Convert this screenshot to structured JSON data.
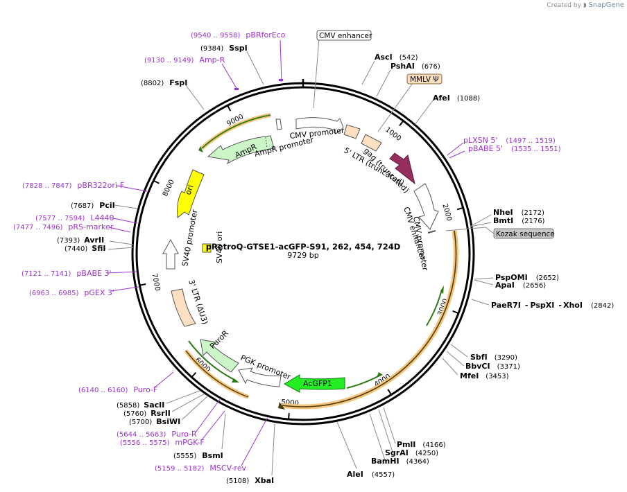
{
  "credit": {
    "prefix": "Created by",
    "brand": "SnapGene"
  },
  "plasmid": {
    "name": "pRetroQ-GTSE1-acGFP-S91, 262, 454, 724D",
    "length": "9729 bp"
  },
  "ruler_ticks": [
    {
      "bp": 1000,
      "label": "1000"
    },
    {
      "bp": 2000,
      "label": "2000"
    },
    {
      "bp": 3000,
      "label": "3000"
    },
    {
      "bp": 4000,
      "label": "4000"
    },
    {
      "bp": 5000,
      "label": "5000"
    },
    {
      "bp": 6000,
      "label": "6000"
    },
    {
      "bp": 7000,
      "label": "7000"
    },
    {
      "bp": 8000,
      "label": "8000"
    },
    {
      "bp": 9000,
      "label": "9000"
    }
  ],
  "sites": [
    {
      "name": "AscI",
      "pos": "(542)"
    },
    {
      "name": "PshAI",
      "pos": "(676)"
    },
    {
      "name": "AfeI",
      "pos": "(1088)"
    },
    {
      "name": "NheI",
      "pos": "(2172)"
    },
    {
      "name": "BmtI",
      "pos": "(2176)"
    },
    {
      "name": "PspOMI",
      "pos": "(2652)"
    },
    {
      "name": "ApaI",
      "pos": "(2656)"
    },
    {
      "name": "PaeR7I",
      "sep1": "-",
      "name2": "PspXI",
      "sep2": "-",
      "name3": "XhoI",
      "pos": "(2842)"
    },
    {
      "name": "SbfI",
      "pos": "(3290)"
    },
    {
      "name": "BbvCI",
      "pos": "(3371)"
    },
    {
      "name": "MfeI",
      "pos": "(3453)"
    },
    {
      "name": "PmlI",
      "pos": "(4166)"
    },
    {
      "name": "SgrAI",
      "pos": "(4250)"
    },
    {
      "name": "BamHI",
      "pos": "(4364)"
    },
    {
      "name": "AleI",
      "pos": "(4557)"
    },
    {
      "name": "XbaI",
      "pos": "(5108)"
    },
    {
      "name": "BsmI",
      "pos": "(5555)"
    },
    {
      "name": "BsiWI",
      "pos": "(5700)"
    },
    {
      "name": "RsrII",
      "pos": "(5760)"
    },
    {
      "name": "SacII",
      "pos": "(5858)"
    },
    {
      "name": "SfiI",
      "pos": "(7393)"
    },
    {
      "name": "AvrII",
      "pos": "(7440)"
    },
    {
      "name": "PciI",
      "pos": "(7687)"
    },
    {
      "name": "FspI",
      "pos": "(8802)"
    },
    {
      "name": "SspI",
      "pos": "(9384)"
    }
  ],
  "primers": [
    {
      "name": "pBRforEco",
      "pos": "(9540 .. 9558)"
    },
    {
      "name": "Amp-R",
      "pos": "(9130 .. 9149)"
    },
    {
      "name": "pLXSN 5'",
      "pos": "(1497 .. 1519)"
    },
    {
      "name": "pBABE 5'",
      "pos": "(1535 .. 1551)"
    },
    {
      "name": "pBR322ori-F",
      "pos": "(7828 .. 7847)"
    },
    {
      "name": "L4440",
      "pos": "(7577 .. 7594)"
    },
    {
      "name": "pRS-marker",
      "pos": "(7477 .. 7496)"
    },
    {
      "name": "pBABE 3'",
      "pos": "(7121 .. 7141)"
    },
    {
      "name": "pGEX 3'",
      "pos": "(6963 .. 6985)"
    },
    {
      "name": "Puro-F",
      "pos": "(6140 .. 6160)"
    },
    {
      "name": "Puro-R",
      "pos": "(5644 .. 5663)"
    },
    {
      "name": "mPGK-F",
      "pos": "(5556 .. 5575)"
    },
    {
      "name": "MSCV-rev",
      "pos": "(5159 .. 5182)"
    }
  ],
  "boxed_labels": [
    {
      "text": "CMV enhancer",
      "fill": "#ffffff"
    },
    {
      "text": "MMLV Ψ",
      "fill": "#fde0c2"
    },
    {
      "text": "Kozak sequence",
      "fill": "#c8c8c8"
    }
  ],
  "features": [
    {
      "label": "CMV promoter"
    },
    {
      "label": "5' LTR (truncated)"
    },
    {
      "label": "gag (truncated)"
    },
    {
      "label": "CMV enhancer"
    },
    {
      "label": "CMV promoter"
    },
    {
      "label": "AcGFP1"
    },
    {
      "label": "PGK promoter"
    },
    {
      "label": "PuroR"
    },
    {
      "label": "3' LTR (ΔU3)"
    },
    {
      "label": "SV40 promoter"
    },
    {
      "label": "SV40 ori"
    },
    {
      "label": "ori"
    },
    {
      "label": "AmpR"
    },
    {
      "label": "AmpR promoter"
    }
  ],
  "colors": {
    "backbone": "#000000",
    "primer": "#9b30d0",
    "gene_orange": "#fde0c2",
    "gag": "#962e5e",
    "acgfp": "#22ee22",
    "ori": "#ffff00",
    "ampr": "#ccf5c8",
    "orf_highlight": "#f3c47a",
    "orf_line": "#2a7a12"
  }
}
